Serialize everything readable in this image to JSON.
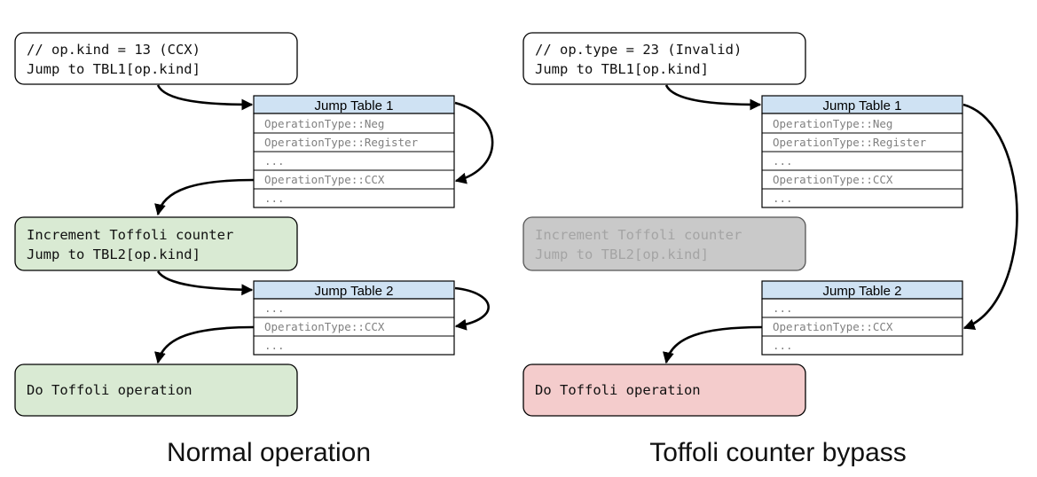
{
  "panels": {
    "left": {
      "caption": "Normal operation",
      "dispatch_box": {
        "lines": [
          "// op.kind = 13 (CCX)",
          "Jump to TBL1[op.kind]"
        ]
      },
      "jump_table_1": {
        "title": "Jump Table 1",
        "rows": [
          "OperationType::Neg",
          "OperationType::Register",
          "...",
          "OperationType::CCX",
          "..."
        ]
      },
      "increment_box": {
        "lines": [
          "Increment Toffoli counter",
          "Jump to TBL2[op.kind]"
        ],
        "state": "executed",
        "color": "#d9ead3"
      },
      "jump_table_2": {
        "title": "Jump Table 2",
        "rows": [
          "...",
          "OperationType::CCX",
          "..."
        ]
      },
      "operation_box": {
        "lines": [
          "Do Toffoli operation"
        ],
        "state": "executed",
        "color": "#d9ead3"
      }
    },
    "right": {
      "caption": "Toffoli counter bypass",
      "dispatch_box": {
        "lines": [
          "// op.type = 23 (Invalid)",
          "Jump to TBL1[op.kind]"
        ]
      },
      "jump_table_1": {
        "title": "Jump Table 1",
        "rows": [
          "OperationType::Neg",
          "OperationType::Register",
          "...",
          "OperationType::CCX",
          "..."
        ]
      },
      "increment_box": {
        "lines": [
          "Increment Toffoli counter",
          "Jump to TBL2[op.kind]"
        ],
        "state": "skipped",
        "color": "#c9c9c9"
      },
      "jump_table_2": {
        "title": "Jump Table 2",
        "rows": [
          "...",
          "OperationType::CCX",
          "..."
        ]
      },
      "operation_box": {
        "lines": [
          "Do Toffoli operation"
        ],
        "state": "hijacked",
        "color": "#f4cccc"
      }
    }
  },
  "colors": {
    "table_header": "#cfe2f3",
    "border": "#000000",
    "skipped_text": "#a4a4a4",
    "table_row_text": "#808080"
  }
}
